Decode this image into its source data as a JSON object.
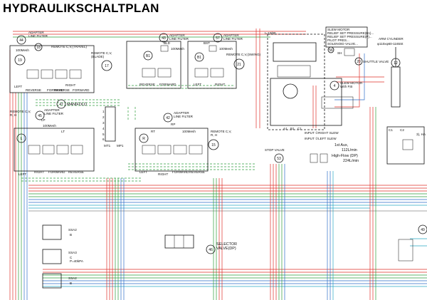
{
  "title": "HYDRAULIKSCHALTPLAN",
  "colors": {
    "red": "#e0302a",
    "green": "#2f9e3c",
    "blue": "#2f6fc8",
    "cyan": "#27a7c4",
    "black": "#111111",
    "gray": "#8a8a8a"
  },
  "remote_lr": {
    "bubble": "44",
    "adapter": "ADAPTER\nLINE FILTER",
    "filter_no": "18",
    "mesh": "100Mesh",
    "label": "REMOTE C,V,(TRAVEL)",
    "unit_no": "19",
    "left": "LEFT",
    "reverse": "REVERSE",
    "forward": "FORWARD",
    "right": "RIGHT",
    "reverse2": "REVERSE",
    "forward2": "FORWARD"
  },
  "remote_blade": {
    "bubble": "43",
    "adapter": "ADAPTER\nLINE FILTER",
    "unit_ref": "BLD",
    "mesh": "100Mesh",
    "label": "REMOTE C,V,\n(BLADE)",
    "unit_no": "17",
    "port": "B1",
    "reverse": "REVERSE",
    "forward": "FORWARD"
  },
  "remote_swing": {
    "bubble": "57",
    "adapter": "ADAPTER\nLINE FILTER",
    "unit_ref": "BST",
    "mesh": "100Mesh",
    "label": "REMOTE C,V,(SWING)",
    "unit_no": "21",
    "port": "B1",
    "left": "LEFT",
    "right": "RIGHT"
  },
  "manifold": {
    "bubble": "47",
    "label": "MANIFOLD",
    "ports": [
      "1",
      "2",
      "3",
      "4",
      "5",
      "6"
    ],
    "tag1": "MT1",
    "tag2": "MP1"
  },
  "remote_left_arm": {
    "bubble": "45",
    "adapter": "ADAPTER\nLINE FILTER",
    "label": "REMOTE C,V,\nR,   H",
    "unit_ref": "L",
    "mesh": "100Mesh",
    "port": "LP",
    "port2": "LT",
    "left": "LEFT",
    "right": "RIGHT",
    "forward": "FORWARD",
    "reverse": "REVERSE"
  },
  "remote_right_arm": {
    "bubble": "42",
    "adapter": "ADAPTER\nLINE FILTER",
    "label": "REMOTE C,V,\nR,   H",
    "unit_ref": "R",
    "mesh": "100Mesh",
    "unit_no": "15",
    "port": "RP",
    "port2": "RT",
    "left": "LEFT",
    "right": "RIGHT",
    "forward": "FORWARD",
    "reverse": "REVERSE"
  },
  "slew": {
    "header": "I=13/80",
    "motor_no": "4",
    "motor_label": "SLEW MOTOR\nWith P,B",
    "input_right": "INPUT ①RIGHT SLEW",
    "input_left": "INPUT ②LEFT SLEW",
    "ports": [
      "A1",
      "B1",
      "C1"
    ]
  },
  "slew_valve": {
    "spec_lines": [
      "SLEW MOTOR",
      "RELIEF SET PRESSURE(B1)...",
      "RELIEF SET PRESSURE(P)...",
      "PILOT PRES...",
      "SOLENOID VALVE..."
    ],
    "shuttle_no": "20",
    "shuttle_label": "SHUTTLE VALVE",
    "tag": "SH",
    "small_no": "56"
  },
  "stop_valve": {
    "label": "STOP VALVE",
    "bubble": "53"
  },
  "aux": {
    "line1": "1st Aux,",
    "line2": "112L/min",
    "line3": "High-Flow (DP)",
    "line4": "224L/min"
  },
  "arm_cylinder": {
    "label": "ARM CYLINDER",
    "spec": "φ110xφ60-1165St",
    "bubble": "12"
  },
  "right_side": {
    "port_c1": "C1",
    "port_c2": "C2",
    "label": "3), HA",
    "bubble": "49"
  },
  "selector": {
    "bubble": "46",
    "label": "SELECTOR\nVALVE(DP)"
  },
  "ssa_valves": [
    {
      "name": "SSA2",
      "sub": "B"
    },
    {
      "name": "SSA3",
      "sub": "C\nP=40kPA"
    },
    {
      "name": "SSA2",
      "sub": "B"
    }
  ]
}
